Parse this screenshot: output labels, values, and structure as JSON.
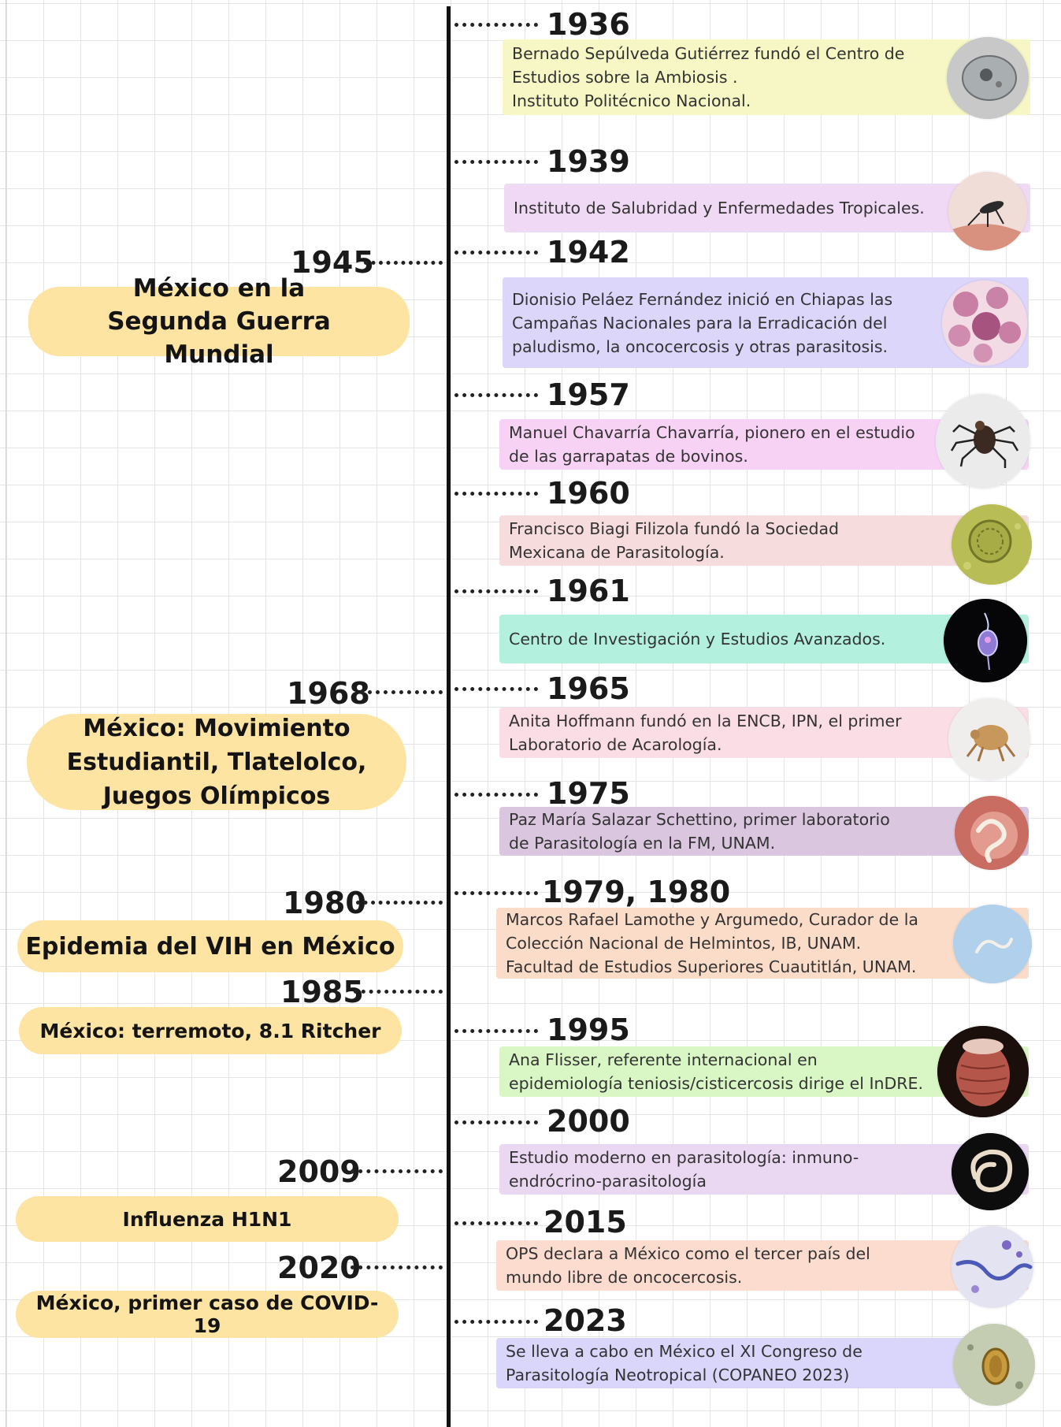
{
  "timeline": {
    "events": [
      {
        "year": "1936",
        "text": [
          "Bernado Sepúlveda Gutiérrez fundó el Centro de",
          "Estudios sobre la Ambiosis .",
          "Instituto Politécnico Nacional."
        ],
        "color": "#f6f7c4",
        "icon": "amoeba-image"
      },
      {
        "year": "1939",
        "text": [
          "Instituto de Salubridad y Enfermedades Tropicales."
        ],
        "color": "#f0d9f4",
        "icon": "mosquito-image"
      },
      {
        "year": "1942",
        "text": [
          "Dionisio Peláez Fernández inició en Chiapas las",
          "Campañas Nacionales para la Erradicación del",
          "paludismo, la oncocercosis y otras parasitosis."
        ],
        "color": "#dcd6fb",
        "icon": "blood-cells-image"
      },
      {
        "year": "1957",
        "text": [
          "Manuel Chavarría Chavarría, pionero en el estudio",
          "de las garrapatas de bovinos."
        ],
        "color": "#f7d2f5",
        "icon": "tick-image"
      },
      {
        "year": "1960",
        "text": [
          "Francisco Biagi Filizola fundó la Sociedad",
          "Mexicana de Parasitología."
        ],
        "color": "#f6dcdc",
        "icon": "parasite-egg-image"
      },
      {
        "year": "1961",
        "text": [
          "Centro de Investigación y Estudios Avanzados."
        ],
        "color": "#b3f1de",
        "icon": "trichomonas-image"
      },
      {
        "year": "1965",
        "text": [
          "Anita Hoffmann fundó en la ENCB, IPN, el primer",
          "Laboratorio de Acarología."
        ],
        "color": "#fbdde6",
        "icon": "mite-image"
      },
      {
        "year": "1975",
        "text": [
          "Paz María Salazar Schettino, primer laboratorio",
          "de Parasitología en la FM, UNAM."
        ],
        "color": "#dac6df",
        "icon": "worm-tissue-image"
      },
      {
        "year": "1979, 1980",
        "text": [
          "Marcos Rafael Lamothe y Argumedo, Curador de la",
          "Colección Nacional de Helmintos, IB, UNAM.",
          "Facultad de Estudios Superiores Cuautitlán, UNAM."
        ],
        "color": "#fbdcc9",
        "icon": "helminth-image"
      },
      {
        "year": "1995",
        "text": [
          "Ana Flisser, referente internacional en",
          "epidemiología teniosis/cisticercosis dirige el InDRE."
        ],
        "color": "#d9f7c4",
        "icon": "tapeworm-image"
      },
      {
        "year": "2000",
        "text": [
          "Estudio moderno en parasitología: inmuno-",
          "endrócrino-parasitología"
        ],
        "color": "#ead7f1",
        "icon": "coiled-worm-image"
      },
      {
        "year": "2015",
        "text": [
          "OPS declara a México como el tercer país del",
          "mundo libre de oncocercosis."
        ],
        "color": "#fcdccf",
        "icon": "microfilaria-image"
      },
      {
        "year": "2023",
        "text": [
          "Se lleva a cabo en México el XI Congreso de",
          "Parasitología Neotropical (COPANEO 2023)"
        ],
        "color": "#dad6fb",
        "icon": "microscope-egg-image"
      }
    ],
    "history": [
      {
        "year": "1945",
        "label": "México en la Segunda Guerra Mundial"
      },
      {
        "year": "1968",
        "label": "México: Movimiento Estudiantil, Tlatelolco, Juegos Olímpicos"
      },
      {
        "year": "1980",
        "label": "Epidemia del VIH en México"
      },
      {
        "year": "1985",
        "label": "México: terremoto, 8.1 Ritcher"
      },
      {
        "year": "2009",
        "label": "Influenza H1N1"
      },
      {
        "year": "2020",
        "label": "México, primer caso de COVID-19"
      }
    ]
  }
}
